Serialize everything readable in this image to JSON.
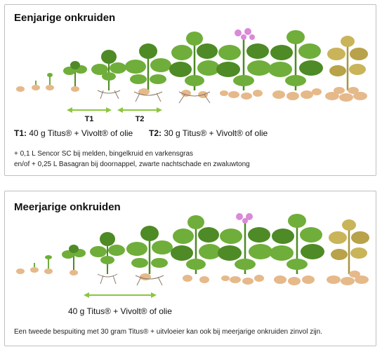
{
  "panel1": {
    "title": "Eenjarige onkruiden",
    "arrow1": "T1",
    "arrow2": "T2",
    "t1_label": "T1:",
    "t1_text": " 40 g Titus® + Vivolt® of olie",
    "t2_label": "T2:",
    "t2_text": " 30 g Titus® + Vivolt® of olie",
    "note_line1": "+ 0,1 L Sencor SC bij melden, bingelkruid en varkensgras",
    "note_line2": "en/of  + 0,25 L Basagran bij doornappel, zwarte nachtschade en zwaluwtong"
  },
  "panel2": {
    "title": "Meerjarige onkruiden",
    "arrow_text": "40 g Titus® + Vivolt® of olie",
    "footer": "Een tweede bespuiting met 30 gram Titus® + uitvloeier kan ook bij meerjarige onkruiden zinvol zijn."
  },
  "colors": {
    "leaf": "#6fae3a",
    "leaf_dark": "#4e8a26",
    "leaf_dry": "#c9b45a",
    "tuber": "#e6b98a",
    "arrow": "#8cc63f",
    "flower": "#d98ad8"
  }
}
